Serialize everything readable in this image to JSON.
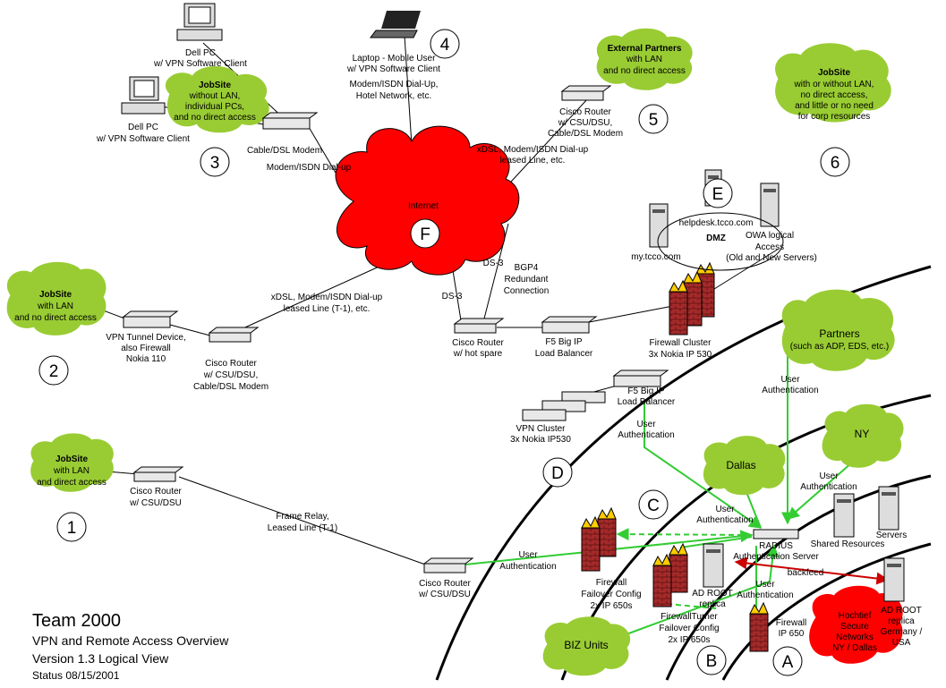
{
  "title_block": {
    "title": "Team 2000",
    "line1": "VPN and Remote Access Overview",
    "line2": "Version 1.3  Logical View",
    "line3": "Status 08/15/2001"
  },
  "section_markers": [
    "1",
    "2",
    "3",
    "4",
    "5",
    "6",
    "A",
    "B",
    "C",
    "D",
    "E",
    "F"
  ],
  "internet_label": "Internet",
  "clouds": {
    "jobsite1": {
      "title": "JobSite",
      "lines": [
        "with LAN",
        "and direct access"
      ]
    },
    "jobsite2": {
      "title": "JobSite",
      "lines": [
        "with LAN",
        "and no direct access"
      ]
    },
    "jobsite3": {
      "title": "JobSite",
      "lines": [
        "without LAN,",
        "individual PCs,",
        "and no direct access"
      ]
    },
    "partners5": {
      "title": "External Partners",
      "lines": [
        "with LAN",
        "and no direct access"
      ]
    },
    "jobsite6": {
      "title": "JobSite",
      "lines": [
        "with or without LAN,",
        "no direct access,",
        "and little or no need",
        "for corp resources"
      ]
    },
    "partners": {
      "title": "Partners",
      "lines": [
        "(such as ADP, EDS, etc.)"
      ]
    },
    "ny": {
      "title": "NY"
    },
    "dallas": {
      "title": "Dallas"
    },
    "biz": {
      "title": "BIZ Units"
    },
    "hochtief": {
      "lines": [
        "Hochtief",
        "Secure",
        "Networks",
        "NY / Dallas"
      ]
    }
  },
  "labels": {
    "dell_pc_top": [
      "Dell PC",
      "w/ VPN Software Client"
    ],
    "dell_pc_left": [
      "Dell PC",
      "w/ VPN Software Client"
    ],
    "cable_dsl": "Cable/DSL Modem",
    "modem_isdn": "Modem/ISDN Dial-up",
    "laptop": [
      "Laptop - Mobile User",
      "w/ VPN Software Client"
    ],
    "laptop_conn": [
      "Modem/ISDN Dial-Up,",
      "Hotel Network, etc."
    ],
    "cisco5": [
      "Cisco Router",
      "w/ CSU/DSU,",
      "Cable/DSL Modem"
    ],
    "xdsl5": [
      "xDSL, Modem/ISDN Dial-up",
      "leased Line, etc."
    ],
    "helpdesk": "helpdesk.tcco.com",
    "dmz": "DMZ",
    "mytcco": "my.tcco.com",
    "owa": [
      "OWA logical",
      "Access",
      "(Old and New Servers)"
    ],
    "ds3_a": "DS-3",
    "ds3_b": "DS-3",
    "bgp": [
      "BGP4",
      "Redundant",
      "Connection"
    ],
    "xdsl2": [
      "xDSL, Modem/ISDN Dial-up",
      "leased Line (T-1), etc."
    ],
    "vpn_tunnel": [
      "VPN Tunnel Device,",
      "also Firewall",
      "Nokia 110"
    ],
    "cisco2": [
      "Cisco Router",
      "w/ CSU/DSU,",
      "Cable/DSL Modem"
    ],
    "cisco_hot": [
      "Cisco Router",
      "w/ hot spare"
    ],
    "f5_a": [
      "F5 Big IP",
      "Load Balancer"
    ],
    "fw_cluster": [
      "Firewall Cluster",
      "3x Nokia IP 530"
    ],
    "f5_b": [
      "F5 Big IP",
      "Load Balancer"
    ],
    "vpn_cluster": [
      "VPN Cluster",
      "3x Nokia IP530"
    ],
    "cisco1": [
      "Cisco Router",
      "w/ CSU/DSU"
    ],
    "frame_relay": [
      "Frame Relay,",
      "Leased Line (T-1)"
    ],
    "cisco_bottom": [
      "Cisco Router",
      "w/ CSU/DSU"
    ],
    "ua_partners": [
      "User",
      "Authentication"
    ],
    "ua_vpn": [
      "User",
      "Authentication"
    ],
    "ua_ny": [
      "User",
      "Authentication"
    ],
    "ua_dallas": [
      "User",
      "Authentication"
    ],
    "ua_cisco": [
      "User",
      "Authentication"
    ],
    "ua_bottom": [
      "User",
      "Authentication"
    ],
    "radius": [
      "RADIUS",
      "Authentication Server"
    ],
    "shared": "Shared Resources",
    "servers": "Servers",
    "backfeed": "backfeed",
    "fw_failover": [
      "Firewall",
      "Failover Config",
      "2x IP 650s"
    ],
    "ad_root": [
      "AD ROOT",
      "replica"
    ],
    "fw_turner": [
      "FirewallTurner",
      "Failover Config",
      "2x IP 650s"
    ],
    "fw_ip650": [
      "Firewall",
      "IP 650"
    ],
    "ad_root2": [
      "AD ROOT",
      "replica",
      "Germany /",
      "USA"
    ]
  },
  "colors": {
    "cloud_green": "#99cc33",
    "internet_red": "#ff0000",
    "auth_green": "#33cc33",
    "backfeed_red": "#cc0000",
    "firewall_brick": "#a52a2a"
  }
}
